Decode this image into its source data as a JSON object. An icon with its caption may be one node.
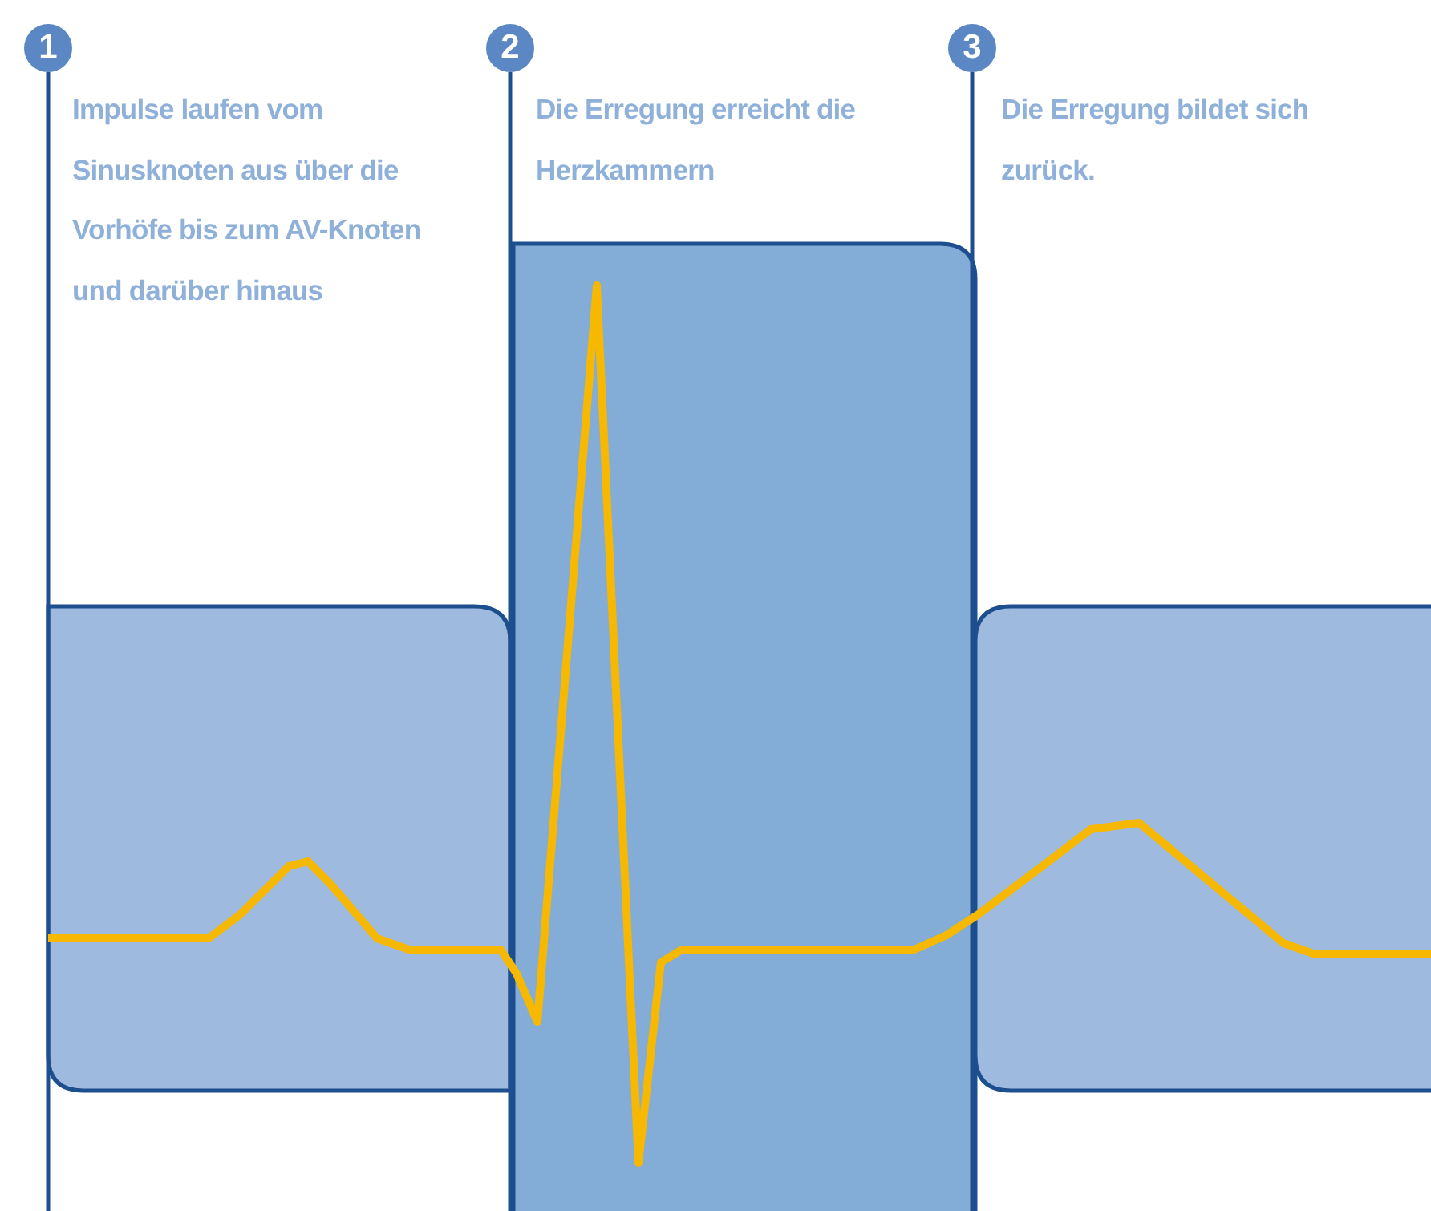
{
  "diagram": {
    "nodes": [
      {
        "text": [
          "1"
        ],
        "beside": [
          "Impulse laufen vom Sinusknoten aus über die Vorhöfe bis zum AV-Knoten und darüber hinaus"
        ]
      },
      {
        "text": [
          "2"
        ],
        "beside": [
          "Die Erregung erreicht die Herzkammern"
        ]
      },
      {
        "text": [
          "3"
        ],
        "beside": [
          "Die Erregung bildet sich zurück."
        ]
      }
    ]
  }
}
